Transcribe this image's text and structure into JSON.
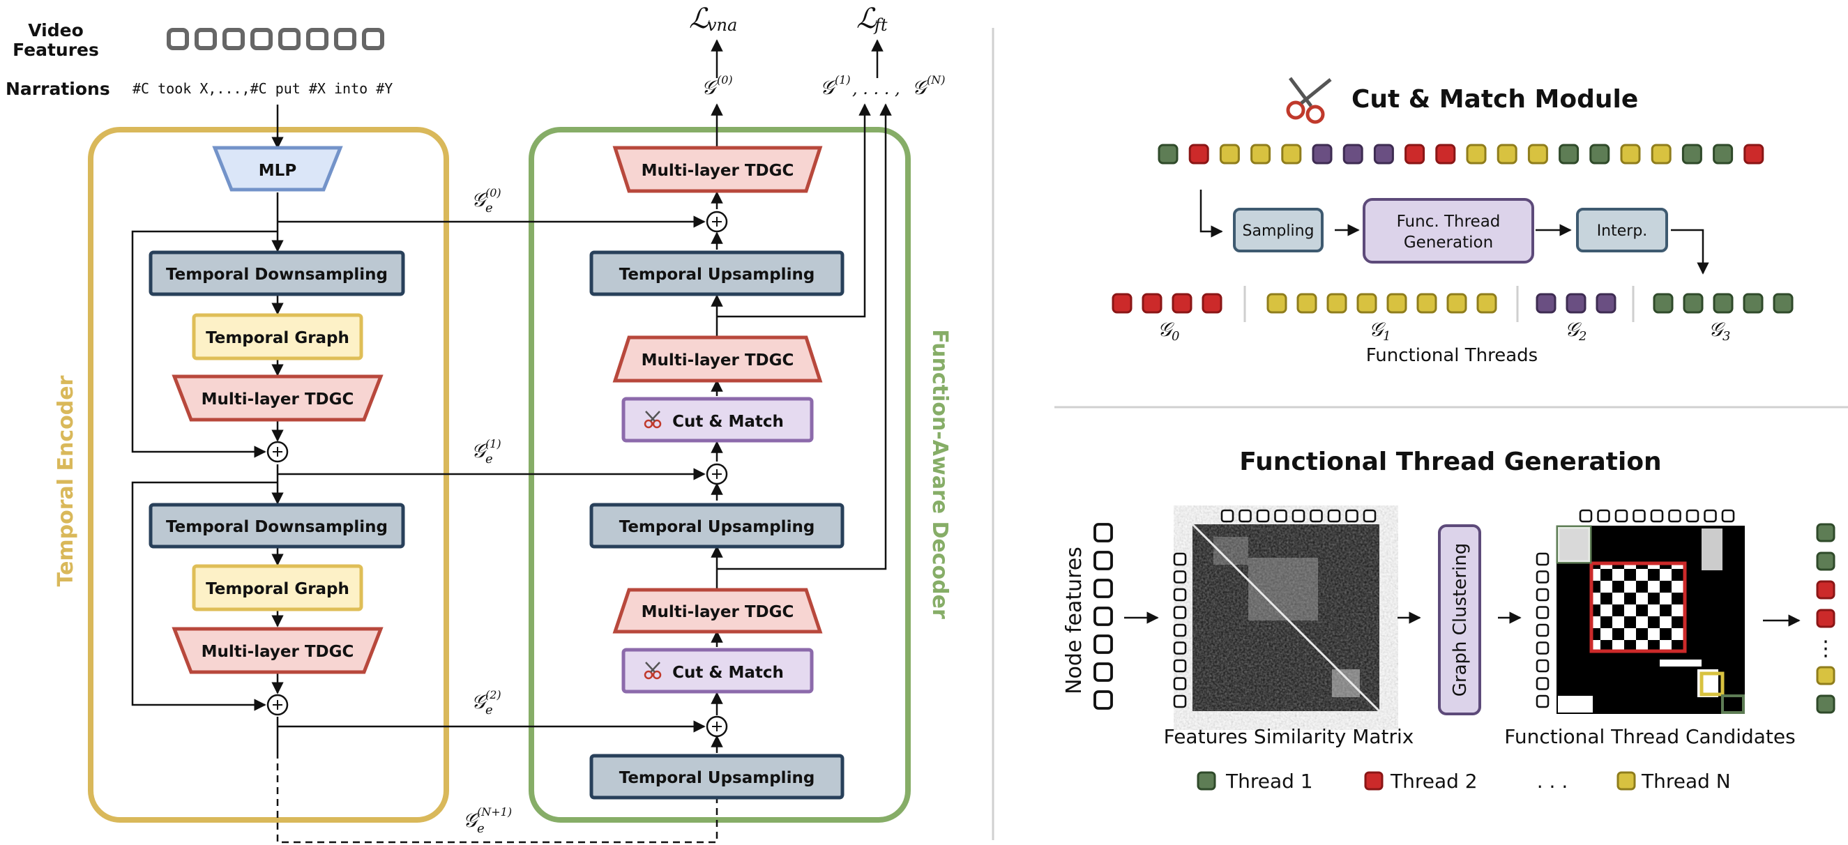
{
  "input": {
    "video_features_line1": "Video",
    "video_features_line2": "Features",
    "narrations_label": "Narrations",
    "narration_text": "#C took X,...,#C put #X into #Y"
  },
  "encoder": {
    "title": "Temporal Encoder",
    "mlp": "MLP",
    "down1": "Temporal Downsampling",
    "graph1": "Temporal Graph",
    "tdgc1": "Multi-layer TDGC",
    "down2": "Temporal Downsampling",
    "graph2": "Temporal Graph",
    "tdgc2": "Multi-layer TDGC"
  },
  "decoder": {
    "title": "Function-Aware Decoder",
    "tdgc_top": "Multi-layer TDGC",
    "up1": "Temporal Upsampling",
    "tdgc_mid": "Multi-layer TDGC",
    "cm1": "Cut & Match",
    "up2": "Temporal Upsampling",
    "tdgc_low": "Multi-layer TDGC",
    "cm2": "Cut & Match",
    "up3": "Temporal Upsampling"
  },
  "math": {
    "loss_vna_main": "ℒ",
    "loss_vna_sub": "vna",
    "loss_ft_main": "ℒ",
    "loss_ft_sub": "ft",
    "g0": "𝒢",
    "g0_sup": "(0)",
    "gseq_a": "𝒢",
    "gseq_a_sup": "(1)",
    "gseq_mid": ", . . . , ",
    "gseq_b": "𝒢",
    "gseq_b_sup": "(N)",
    "ge0": "𝒢",
    "ge0_sub": "e",
    "ge0_sup": "(0)",
    "ge1": "𝒢",
    "ge1_sub": "e",
    "ge1_sup": "(1)",
    "ge2": "𝒢",
    "ge2_sub": "e",
    "ge2_sup": "(2)",
    "geN": "𝒢",
    "geN_sub": "e",
    "geN_sup": "(N+1)"
  },
  "cut_match": {
    "title": "Cut & Match Module",
    "sampling": "Sampling",
    "func_thread_line1": "Func. Thread",
    "func_thread_line2": "Generation",
    "interp": "Interp.",
    "group_g0": "𝒢",
    "group_g0_sub": "0",
    "group_g1": "𝒢",
    "group_g1_sub": "1",
    "group_g2": "𝒢",
    "group_g2_sub": "2",
    "group_g3": "𝒢",
    "group_g3_sub": "3",
    "functional_threads": "Functional Threads",
    "sequence_colors": [
      "green",
      "red",
      "yellow",
      "yellow",
      "yellow",
      "purple",
      "purple",
      "purple",
      "red",
      "red",
      "yellow",
      "yellow",
      "yellow",
      "green",
      "green",
      "yellow",
      "yellow",
      "green",
      "green",
      "red"
    ]
  },
  "ftg": {
    "title": "Functional Thread Generation",
    "node_features": "Node features",
    "graph_clustering": "Graph Clustering",
    "similarity_caption": "Features Similarity Matrix",
    "candidates_caption": "Functional Thread Candidates",
    "output_colors": [
      "green",
      "green",
      "red",
      "red",
      "vdots",
      "yellow",
      "green"
    ],
    "vdots": "⋮"
  },
  "legend": {
    "thread1": "Thread 1",
    "thread2": "Thread 2",
    "ellipsis": ". . .",
    "threadN": "Thread N"
  },
  "colors": {
    "green": "#5e7d55",
    "green_edge": "#2f4a2a",
    "red": "#cc2a2a",
    "red_edge": "#8a1616",
    "yellow": "#d8c240",
    "yellow_edge": "#8f7d1c",
    "purple": "#6a4f82",
    "purple_edge": "#3e2c52",
    "encoder_frame": "#d9b85a",
    "decoder_frame": "#86ad67",
    "mlp_fill": "#dbe6f8",
    "mlp_edge": "#7393c9",
    "slate_fill": "#bcc8d2",
    "slate_edge": "#28405a",
    "graph_fill": "#fdf1c7",
    "graph_edge": "#dfbe57",
    "tdgc_fill": "#f7d5d2",
    "tdgc_edge": "#b8483c",
    "cm_fill": "#e5daf0",
    "cm_edge": "#8c6aab",
    "module_fill": "#c7d4dc",
    "module_edge": "#3e5a70",
    "ftg_fill": "#dcd3ea",
    "ftg_edge": "#5d4a7a"
  }
}
